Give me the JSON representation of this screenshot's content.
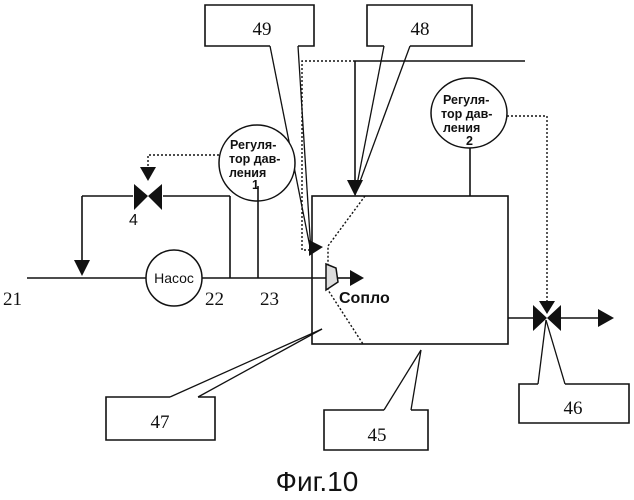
{
  "figure": {
    "caption": "Фиг.10"
  },
  "components": {
    "pump": {
      "label": "Насос"
    },
    "nozzle": {
      "label": "Сопло"
    },
    "regulator_1": {
      "line1": "Регуля-",
      "line2": "тор дав-",
      "line3": "ления",
      "number": "1"
    },
    "regulator_2": {
      "line1": "Регуля-",
      "line2": "тор дав-",
      "line3": "ления",
      "number": "2"
    },
    "valve_4": {
      "number": "4"
    }
  },
  "line_labels": {
    "inlet": "21",
    "pump_outlet": "22",
    "nozzle_supply": "23"
  },
  "callouts": {
    "c49": "49",
    "c48": "48",
    "c47": "47",
    "c45": "45",
    "c46": "46"
  }
}
